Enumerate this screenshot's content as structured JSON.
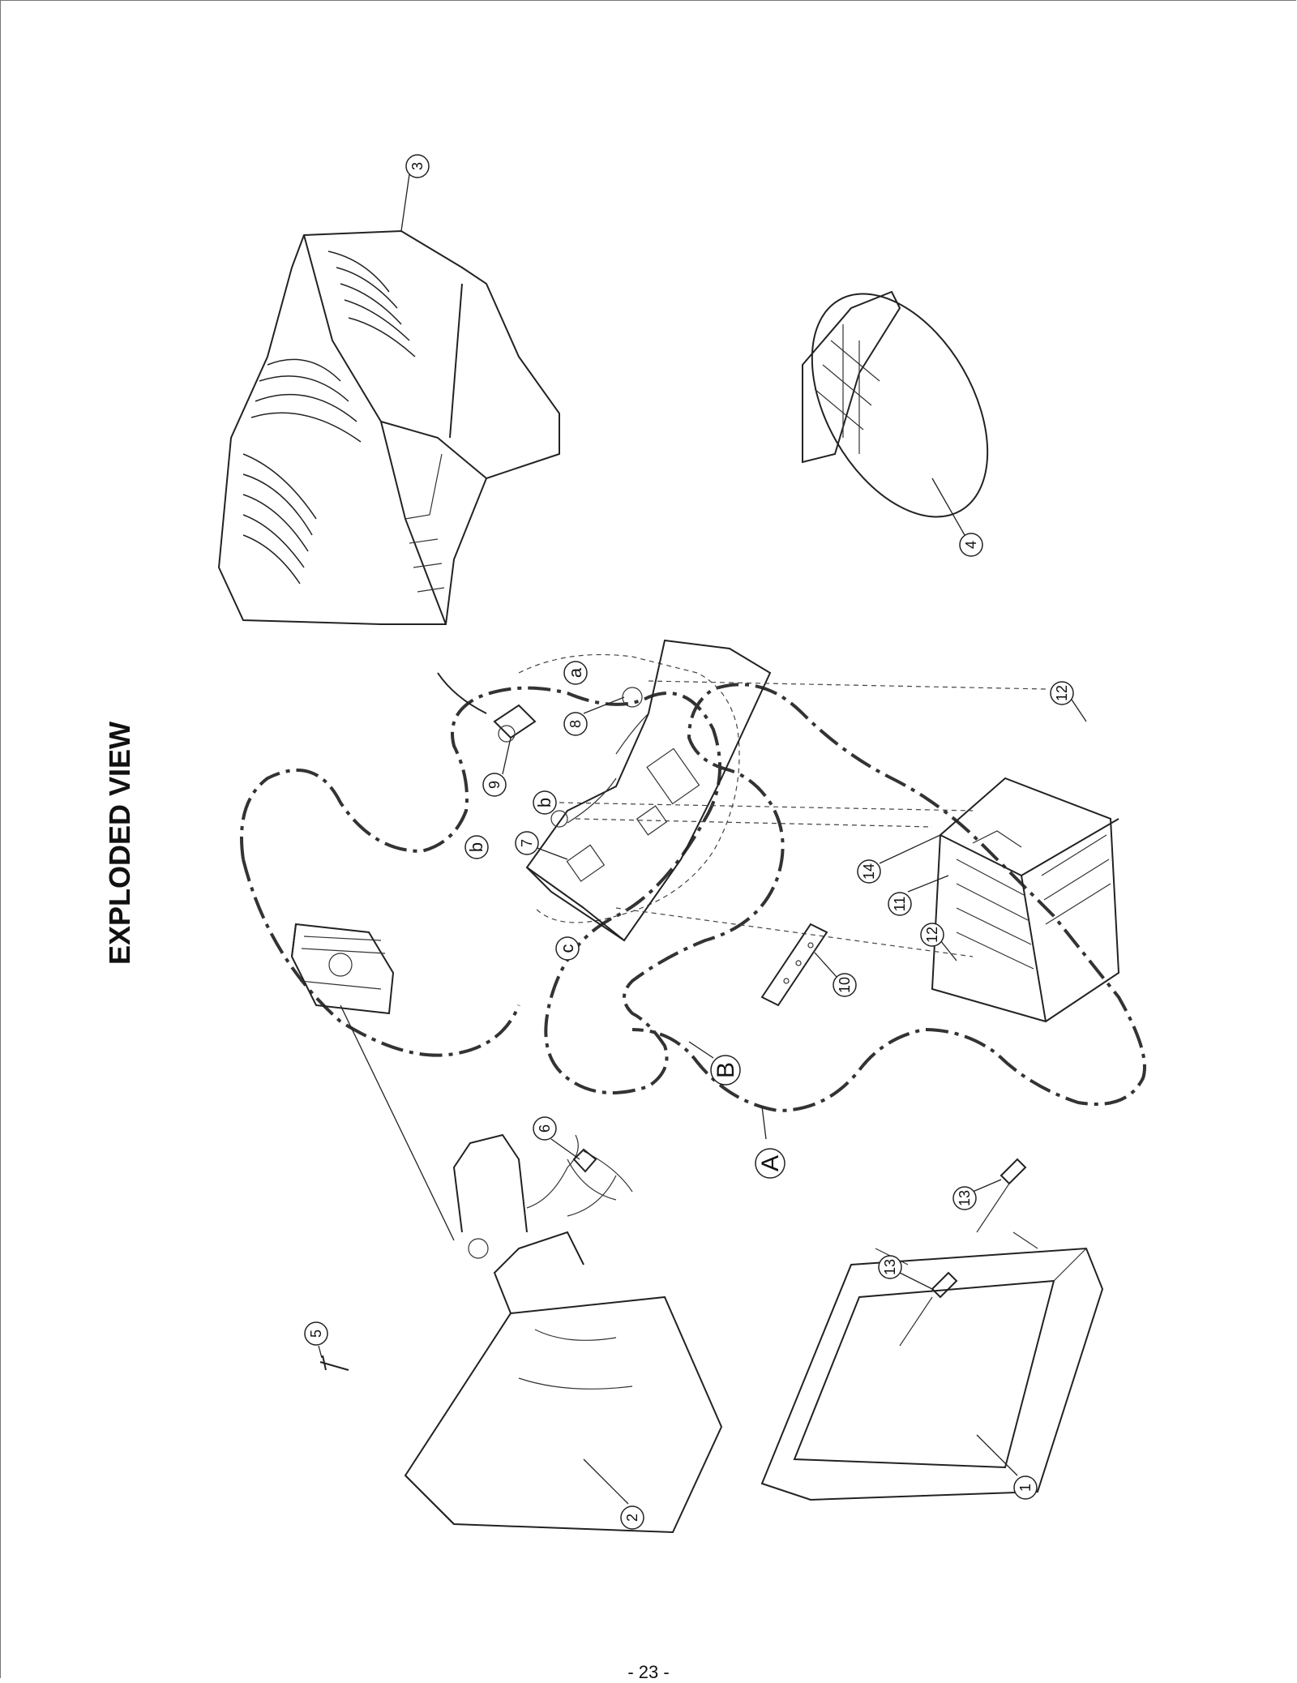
{
  "page": {
    "title": "EXPLODED VIEW",
    "page_number": "- 23 -"
  },
  "diagram": {
    "group_labels": [
      "A",
      "B"
    ],
    "callouts": [
      "1",
      "2",
      "3",
      "4",
      "5",
      "6",
      "7",
      "8",
      "9",
      "10",
      "11",
      "12",
      "12",
      "13",
      "13",
      "14"
    ],
    "screw_labels": [
      "a",
      "b",
      "b",
      "c"
    ]
  }
}
